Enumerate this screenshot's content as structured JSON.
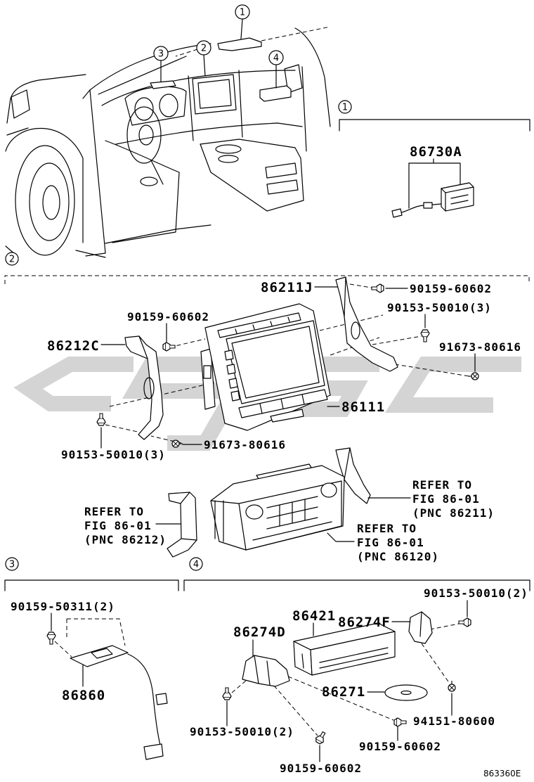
{
  "vehicle_callouts": {
    "c1": "1",
    "c2": "2",
    "c3": "3",
    "c4": "4"
  },
  "section_1": {
    "marker": "1",
    "part": "86730A"
  },
  "section_2": {
    "marker": "2",
    "bracket_right": "86211J",
    "bolt_right_top": "90159-60602",
    "screw_right": "90153-50010(3)",
    "clip_right": "91673-80616",
    "bolt_left": "90159-60602",
    "bracket_left": "86212C",
    "main_unit": "86111",
    "screw_left": "90153-50010(3)",
    "clip_bottom": "91673-80616",
    "refer_right": {
      "line1": "REFER TO",
      "line2": "FIG 86-01",
      "line3": "(PNC 86211)"
    },
    "refer_left": {
      "line1": "REFER TO",
      "line2": "FIG 86-01",
      "line3": "(PNC 86212)"
    },
    "refer_unit": {
      "line1": "REFER TO",
      "line2": "FIG 86-01",
      "line3": "(PNC 86120)"
    }
  },
  "section_3": {
    "marker": "3",
    "bolt": "90159-50311(2)",
    "part": "86860"
  },
  "section_4": {
    "marker": "4",
    "screw_right": "90153-50010(2)",
    "box": "86421",
    "bracket_right": "86274F",
    "bracket_left": "86274D",
    "disc": "86271",
    "clip": "94151-80600",
    "screw_left": "90153-50010(2)",
    "bolt_right": "90159-60602",
    "bolt_bottom": "90159-60602"
  },
  "diagram_id": "863360E"
}
